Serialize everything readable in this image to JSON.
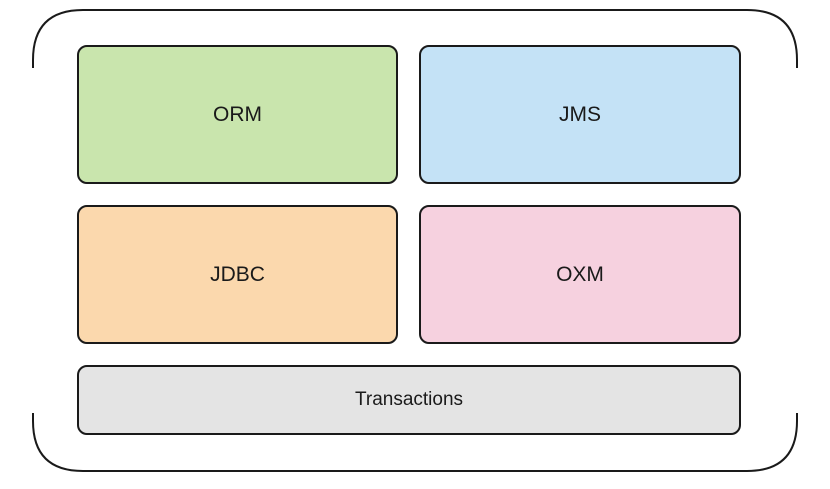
{
  "modules": [
    {
      "id": "orm",
      "label": "ORM",
      "fill": "#c9e5ad"
    },
    {
      "id": "jms",
      "label": "JMS",
      "fill": "#c4e2f6"
    },
    {
      "id": "jdbc",
      "label": "JDBC",
      "fill": "#fbd8ad"
    },
    {
      "id": "oxm",
      "label": "OXM",
      "fill": "#f6d1df"
    }
  ],
  "transactions": {
    "label": "Transactions",
    "fill": "#e4e4e4"
  }
}
